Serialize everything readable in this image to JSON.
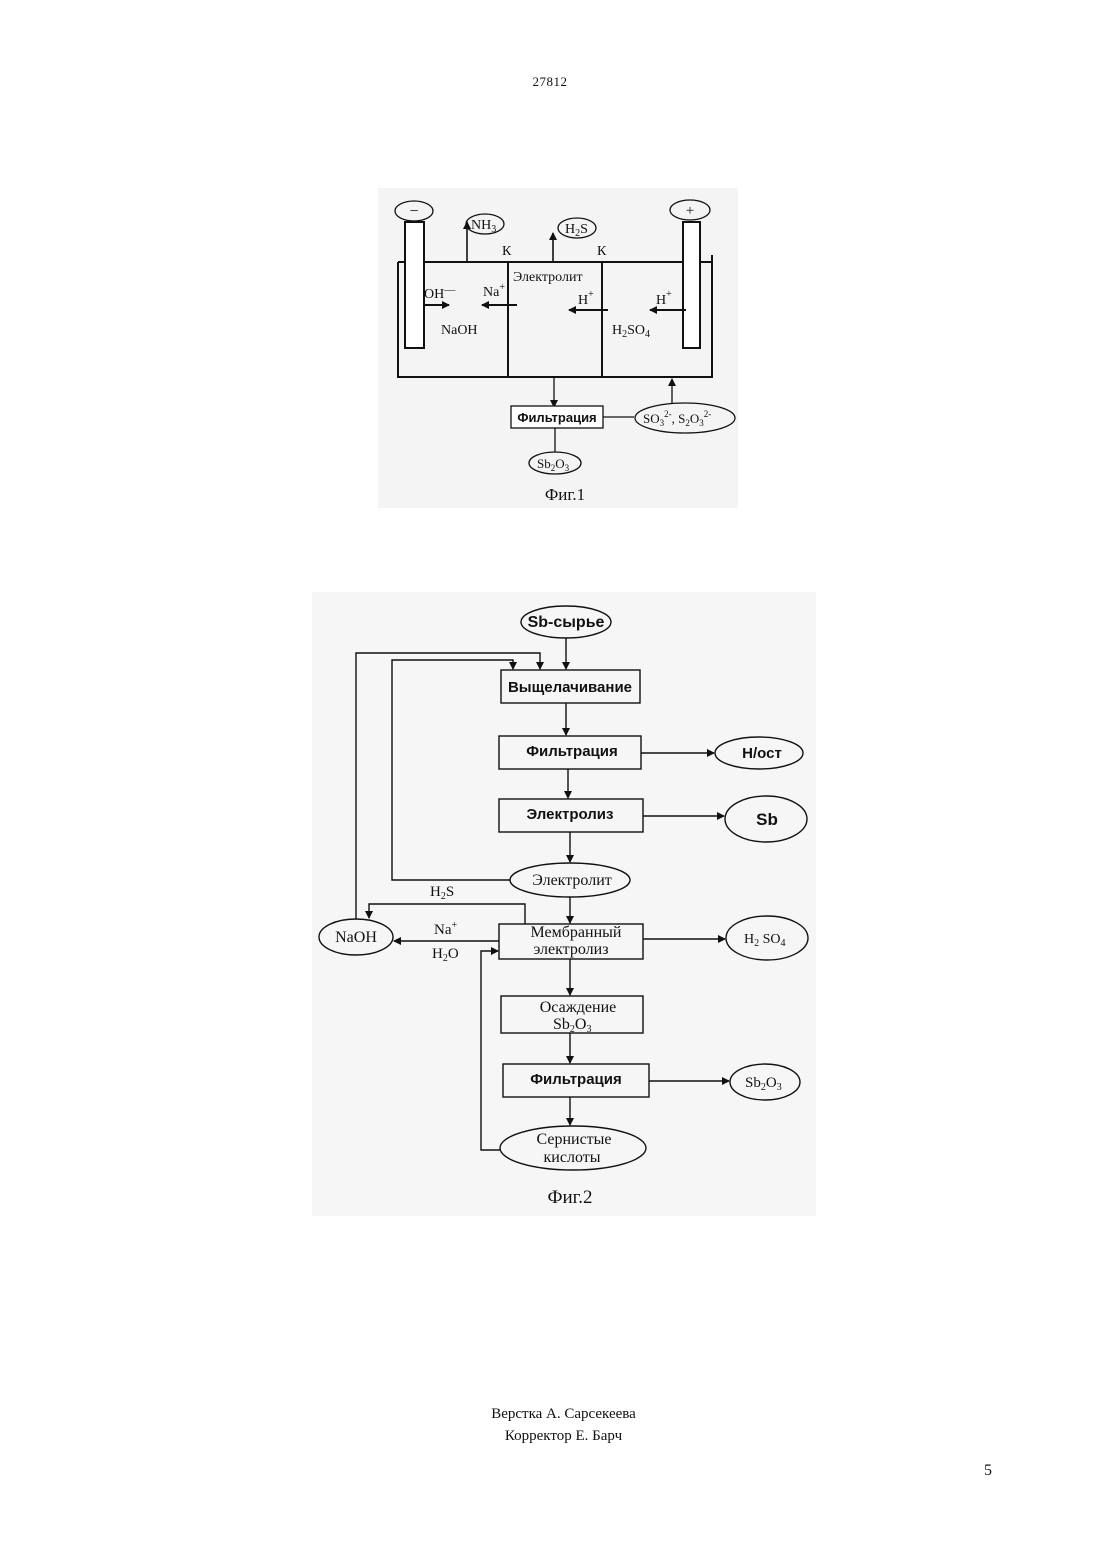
{
  "document": {
    "number": "27812",
    "page_number": "5",
    "footer": {
      "layout": "Верстка А. Сарсекеева",
      "corrector": "Корректор Е. Барч"
    }
  },
  "fig1": {
    "caption": "Фиг.1",
    "minus": "−",
    "plus": "+",
    "nh3": "NH",
    "nh3_sub": "3",
    "h2s": "H",
    "h2s_sub": "2",
    "h2s_tail": "S",
    "k_left": "К",
    "k_right": "К",
    "electrolyte": "Электролит",
    "oh": "OH",
    "oh_charge": "—",
    "na": "Na",
    "na_charge": "+",
    "h_mid": "H",
    "h_mid_charge": "+",
    "h_right": "H",
    "h_right_charge": "+",
    "naoh": "NaOH",
    "h2so4": "H",
    "h2so4_sub": "2",
    "h2so4_tail": "SO",
    "h2so4_sub2": "4",
    "filtration": "Фильтрация",
    "sulfite_1": "SO",
    "sulfite_1_sub": "3",
    "sulfite_1_sup": "2-",
    "sulfite_sep": ", ",
    "sulfite_2": "S",
    "sulfite_2_sub": "2",
    "sulfite_2b": "O",
    "sulfite_2b_sub": "3",
    "sulfite_2b_sup": "2-",
    "sb2o3": "Sb",
    "sb2o3_sub": "2",
    "sb2o3_tail": "O",
    "sb2o3_sub2": "3"
  },
  "fig2": {
    "caption": "Фиг.2",
    "raw": "Sb-сырье",
    "leaching": "Выщелачивание",
    "filtration1": "Фильтрация",
    "residue": "Н/ост",
    "electrolysis": "Электролиз",
    "sb": "Sb",
    "electrolyte": "Электролит",
    "h2s": "H",
    "h2s_sub": "2",
    "h2s_tail": "S",
    "membrane_1": "Мембранный",
    "membrane_2": "электролиз",
    "naoh": "NaOH",
    "na": "Na",
    "na_charge": "+",
    "h2o": "H",
    "h2o_sub": "2",
    "h2o_tail": "O",
    "h2so4": "H",
    "h2so4_sub": "2",
    "h2so4_tail": " SO",
    "h2so4_sub2": "4",
    "precip_1": "Осаждение",
    "precip_2": "Sb",
    "precip_2_sub": "2",
    "precip_2_tail": "O",
    "precip_2_sub2": "3",
    "filtration2": "Фильтрация",
    "sb2o3": "Sb",
    "sb2o3_sub": "2",
    "sb2o3_tail": "O",
    "sb2o3_sub2": "3",
    "acids_1": "Сернистые",
    "acids_2": "кислоты"
  }
}
